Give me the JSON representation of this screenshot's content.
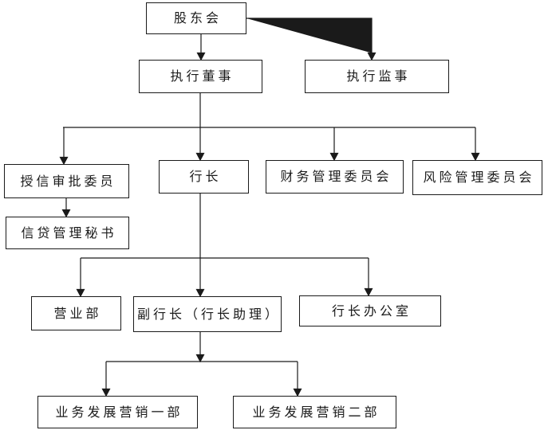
{
  "diagram": {
    "type": "org-chart",
    "colors": {
      "background": "#ffffff",
      "line": "#1a1a1a",
      "text": "#1a1a1a"
    },
    "nodes": {
      "shareholders_meeting": {
        "label": "股东会"
      },
      "executive_director": {
        "label": "执行董事"
      },
      "executive_supervisor": {
        "label": "执行监事"
      },
      "credit_approval_committee": {
        "label": "授信审批委员"
      },
      "president": {
        "label": "行长"
      },
      "financial_management_committee": {
        "label": "财务管理委员会"
      },
      "risk_management_committee": {
        "label": "风险管理委员会"
      },
      "credit_management_secretary": {
        "label": "信贷管理秘书"
      },
      "business_department": {
        "label": "营业部"
      },
      "vice_president": {
        "label": "副行长（行长助理）"
      },
      "president_office": {
        "label": "行长办公室"
      },
      "business_dev_marketing_dept_1": {
        "label": "业务发展营销一部"
      },
      "business_dev_marketing_dept_2": {
        "label": "业务发展营销二部"
      }
    },
    "edges": [
      {
        "from": "shareholders_meeting",
        "to": "executive_director"
      },
      {
        "from": "shareholders_meeting",
        "to": "executive_supervisor"
      },
      {
        "from": "executive_director",
        "to": "credit_approval_committee"
      },
      {
        "from": "executive_director",
        "to": "president"
      },
      {
        "from": "executive_director",
        "to": "financial_management_committee"
      },
      {
        "from": "executive_director",
        "to": "risk_management_committee"
      },
      {
        "from": "credit_approval_committee",
        "to": "credit_management_secretary"
      },
      {
        "from": "president",
        "to": "business_department"
      },
      {
        "from": "president",
        "to": "vice_president"
      },
      {
        "from": "president",
        "to": "president_office"
      },
      {
        "from": "vice_president",
        "to": "business_dev_marketing_dept_1"
      },
      {
        "from": "vice_president",
        "to": "business_dev_marketing_dept_2"
      }
    ]
  }
}
